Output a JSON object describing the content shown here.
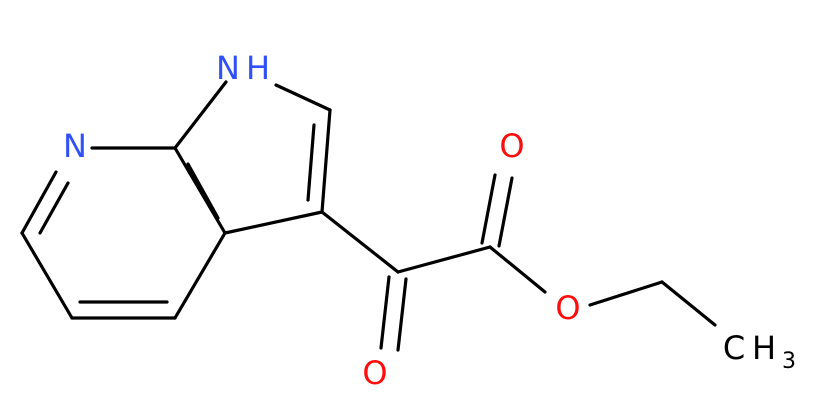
{
  "molecule": {
    "atoms": {
      "nh": "N",
      "nh_h": "H",
      "n_pyridine": "N",
      "o_ester_carbonyl": "O",
      "o_ketone": "O",
      "o_ether": "O",
      "methyl_c": "C",
      "methyl_h": "H",
      "methyl_sub": "3"
    },
    "colors": {
      "bond": "#000000",
      "nitrogen": "#3050f8",
      "oxygen": "#ff0d0d",
      "carbon": "#000000"
    }
  }
}
